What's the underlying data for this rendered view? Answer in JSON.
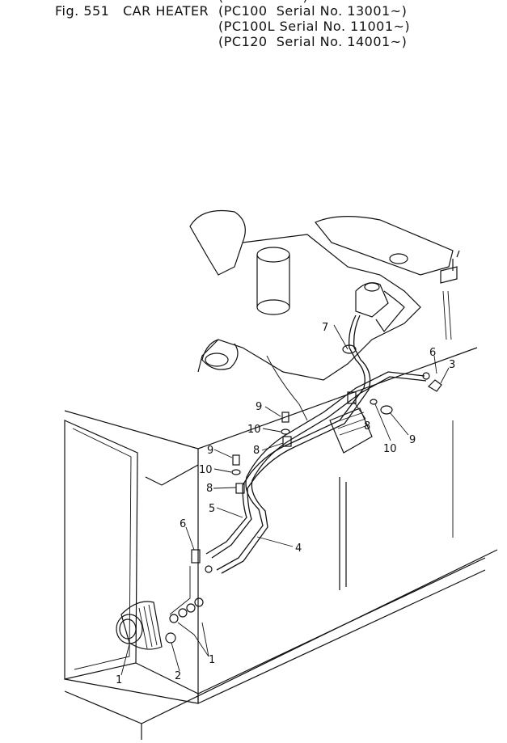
{
  "header": {
    "fig_label": "Fig. 551",
    "title": "CAR HEATER",
    "serials": [
      "(PC100  Serial No. 13001~)",
      "(PC100L Serial No. 11001~)",
      "(PC120  Serial No. 14001~)"
    ],
    "serial_cut_top": "(               ~)"
  },
  "callouts": {
    "c1a": "1",
    "c1b": "1",
    "c2": "2",
    "c3": "3",
    "c4": "4",
    "c5": "5",
    "c6a": "6",
    "c6b": "6",
    "c7": "7",
    "c8a": "8",
    "c8b": "8",
    "c8c": "8",
    "c9a": "9",
    "c9b": "9",
    "c9c": "9",
    "c10a": "10",
    "c10b": "10",
    "c10c": "10"
  }
}
